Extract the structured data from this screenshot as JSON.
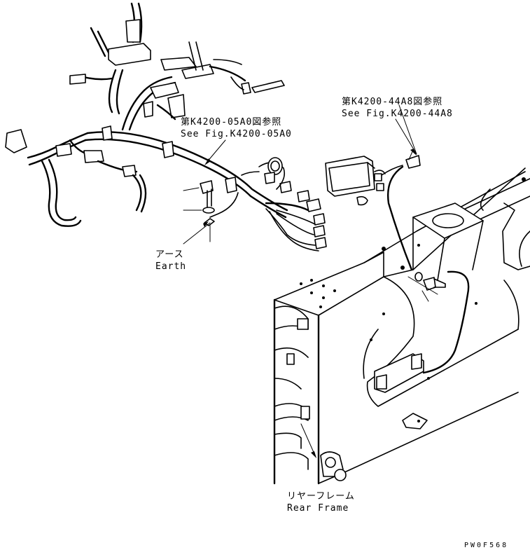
{
  "callouts": {
    "harness_ref": {
      "jp": "第K4200-05A0図参照",
      "en": "See Fig.K4200-05A0"
    },
    "controller_ref": {
      "jp": "第K4200-44A8図参照",
      "en": "See Fig.K4200-44A8"
    },
    "earth": {
      "jp": "アース",
      "en": "Earth"
    },
    "rear_frame": {
      "jp": "リヤーフレーム",
      "en": "Rear Frame"
    }
  },
  "drawing_code": "PW0F568"
}
